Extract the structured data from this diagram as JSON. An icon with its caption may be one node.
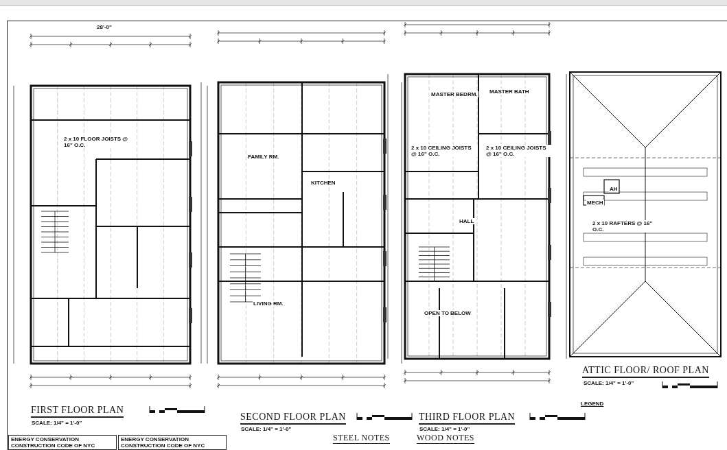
{
  "diagram": {
    "labels": [
      "FIRST FLOOR PLAN",
      "SCALE: 1/4\" = 1'-0\"",
      "SECOND FLOOR PLAN",
      "SCALE: 1/4\" = 1'-0\"",
      "THIRD FLOOR PLAN",
      "SCALE: 1/4\" = 1'-0\"",
      "ATTIC FLOOR/ ROOF PLAN",
      "SCALE: 1/4\" = 1'-0\"",
      "STEEL NOTES",
      "WOOD NOTES",
      "LEGEND",
      "ENERGY CONSERVATION CONSTRUCTION CODE OF NYC",
      "ENERGY CONSERVATION CONSTRUCTION CODE OF NYC",
      "MASTER BEDRM.",
      "MASTER BATH",
      "HALL",
      "KITCHEN",
      "FAMILY RM.",
      "LIVING RM.",
      "OPEN TO BELOW",
      "MECH",
      "AH",
      "2 x 10 CEILING JOISTS @ 16\" O.C.",
      "2 x 10 CEILING JOISTS @ 16\" O.C.",
      "2 x 10 RAFTERS @ 16\" O.C.",
      "2 x 10 FLOOR JOISTS @ 16\" O.C.",
      "28'-0\""
    ]
  }
}
